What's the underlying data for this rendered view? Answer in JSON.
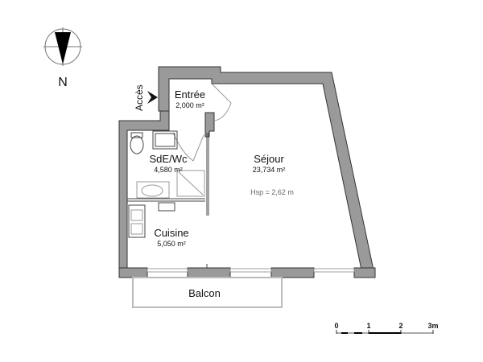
{
  "compass": {
    "label": "N",
    "icon": "north-arrow-icon"
  },
  "access": {
    "label": "Accès",
    "icon": "access-arrow-icon"
  },
  "rooms": {
    "entree": {
      "name": "Entrée",
      "area": "2,000 m²"
    },
    "sde_wc": {
      "name": "SdE/Wc",
      "area": "4,580 m²"
    },
    "sejour": {
      "name": "Séjour",
      "area": "23,734 m²",
      "ceiling_height": "Hsp = 2,62 m"
    },
    "cuisine": {
      "name": "Cuisine",
      "area": "5,050 m²"
    },
    "balcon": {
      "name": "Balcon"
    }
  },
  "scale_bar": {
    "ticks": [
      "0",
      "1",
      "2",
      "3m"
    ]
  },
  "colors": {
    "wall": "#9a9a9a",
    "outline": "#333333",
    "background": "#ffffff"
  }
}
